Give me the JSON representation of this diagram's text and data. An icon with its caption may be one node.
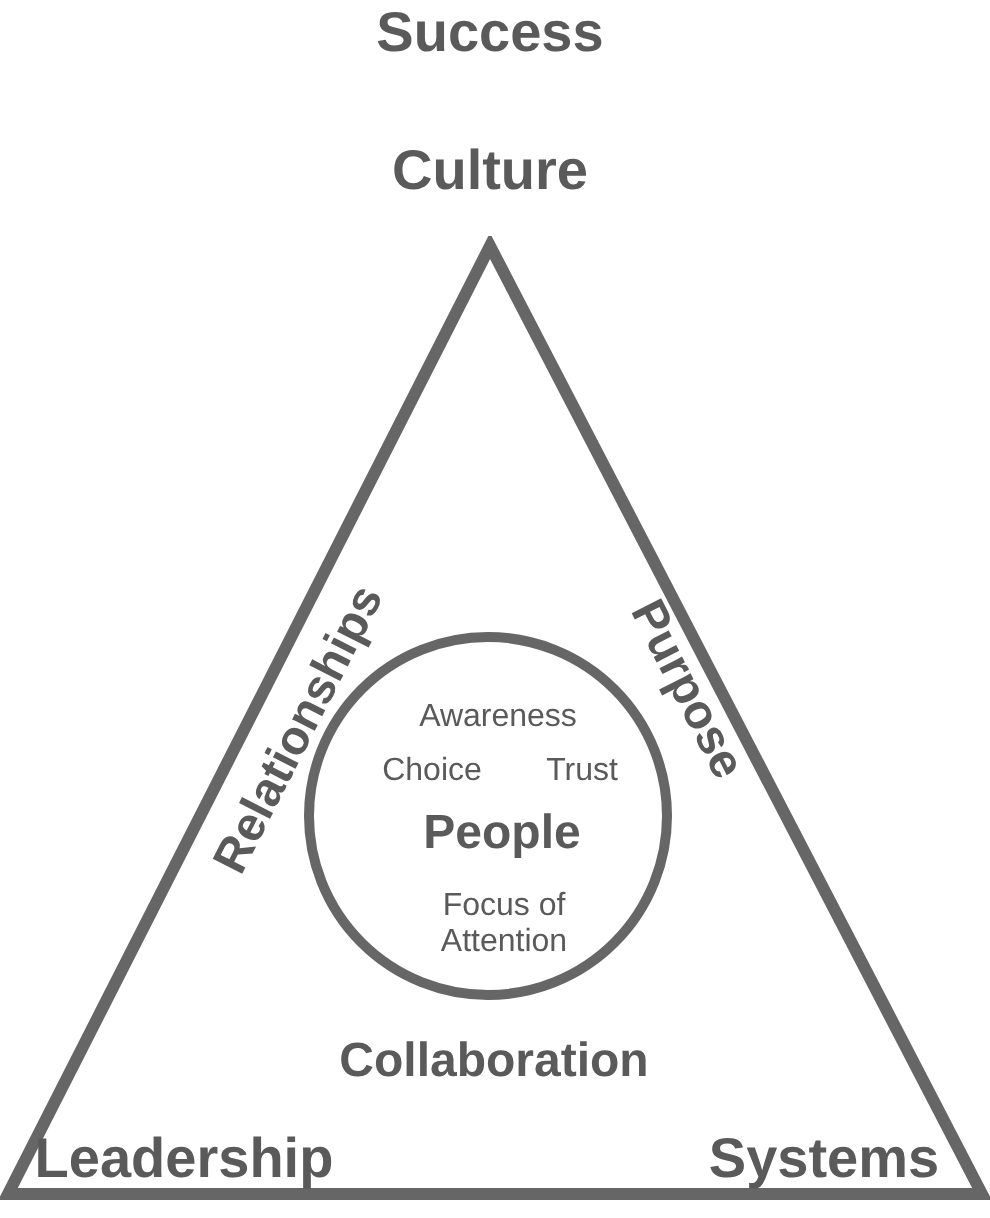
{
  "diagram": {
    "nodes": [
      {
        "text": [
          "Relationships",
          "Purpose",
          "Collaboration"
        ]
      },
      {
        "text": [
          "Awareness",
          "Choice",
          "Trust",
          "People",
          "Focus of Attention"
        ],
        "in": 0
      }
    ],
    "labels": [
      "Success",
      "Culture",
      "Leadership",
      "Systems"
    ]
  }
}
